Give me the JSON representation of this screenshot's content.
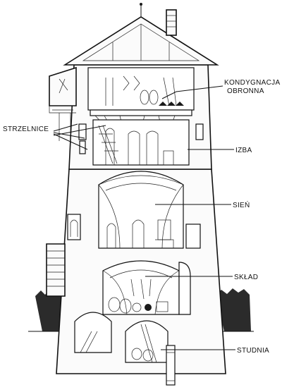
{
  "diagram": {
    "labels": {
      "kondygnacja_line1": "KONDYGNACJA",
      "kondygnacja_line2": "OBRONNA",
      "strzelnice": "STRZELNICE",
      "izba": "IZBA",
      "sien": "SIEŃ",
      "sklad": "SKŁAD",
      "studnia": "STUDNIA"
    }
  }
}
